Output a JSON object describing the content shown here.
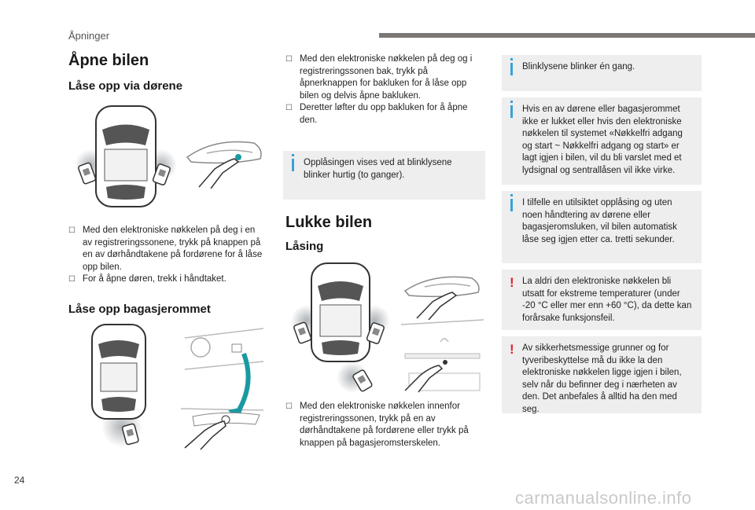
{
  "header": {
    "section": "Åpninger"
  },
  "page_number": "24",
  "footer_watermark": "carmanualsonline.info",
  "col1": {
    "title": "Åpne bilen",
    "sub1": "Låse opp via dørene",
    "bullets1": [
      "Med den elektroniske nøkkelen på deg i en av registreringssonene, trykk på knappen på en av dørhåndtakene på fordørene for å låse opp bilen.",
      "For å åpne døren, trekk i håndtaket."
    ],
    "sub2": "Låse opp bagasjerommet"
  },
  "col2": {
    "bullets1": [
      "Med den elektroniske nøkkelen på deg og i registreringssonen bak, trykk på åpnerknappen for bakluken for å låse opp bilen og delvis åpne bakluken.",
      "Deretter løfter du opp bakluken for å åpne den."
    ],
    "info1": "Opplåsingen vises ved at blinklysene blinker hurtig (to ganger).",
    "title": "Lukke bilen",
    "sub": "Låsing",
    "bullets2": [
      "Med den elektroniske nøkkelen innenfor registreringssonen, trykk på en av dørhåndtakene på fordørene eller trykk på knappen på bagasjeromsterskelen."
    ]
  },
  "col3": {
    "info1": "Blinklysene blinker én gang.",
    "info2": "Hvis en av dørene eller bagasjerommet ikke er lukket eller hvis den elektroniske nøkkelen til systemet «Nøkkelfri adgang og start ~ Nøkkelfri adgang og start» er lagt igjen i bilen, vil du bli varslet med et lydsignal og sentrallåsen vil ikke virke.",
    "info3": "I tilfelle en utilsiktet opplåsing og uten noen håndtering av dørene eller bagasjeromsluken, vil bilen automatisk låse seg igjen etter ca. tretti sekunder.",
    "warn1": "La aldri den elektroniske nøkkelen bli utsatt for ekstreme temperaturer (under -20 °C eller mer enn +60 °C), da dette kan forårsake funksjonsfeil.",
    "warn2": "Av sikkerhetsmessige grunner og for tyveribeskyttelse må du ikke la den elektroniske nøkkelen ligge igjen i bilen, selv når du befinner deg i nærheten av den. Det anbefales å alltid ha den med seg."
  },
  "colors": {
    "info_accent": "#3aa0d7",
    "warning_accent": "#e0242f",
    "box_bg": "#eeeeee",
    "arrow": "#1a9aa0"
  }
}
